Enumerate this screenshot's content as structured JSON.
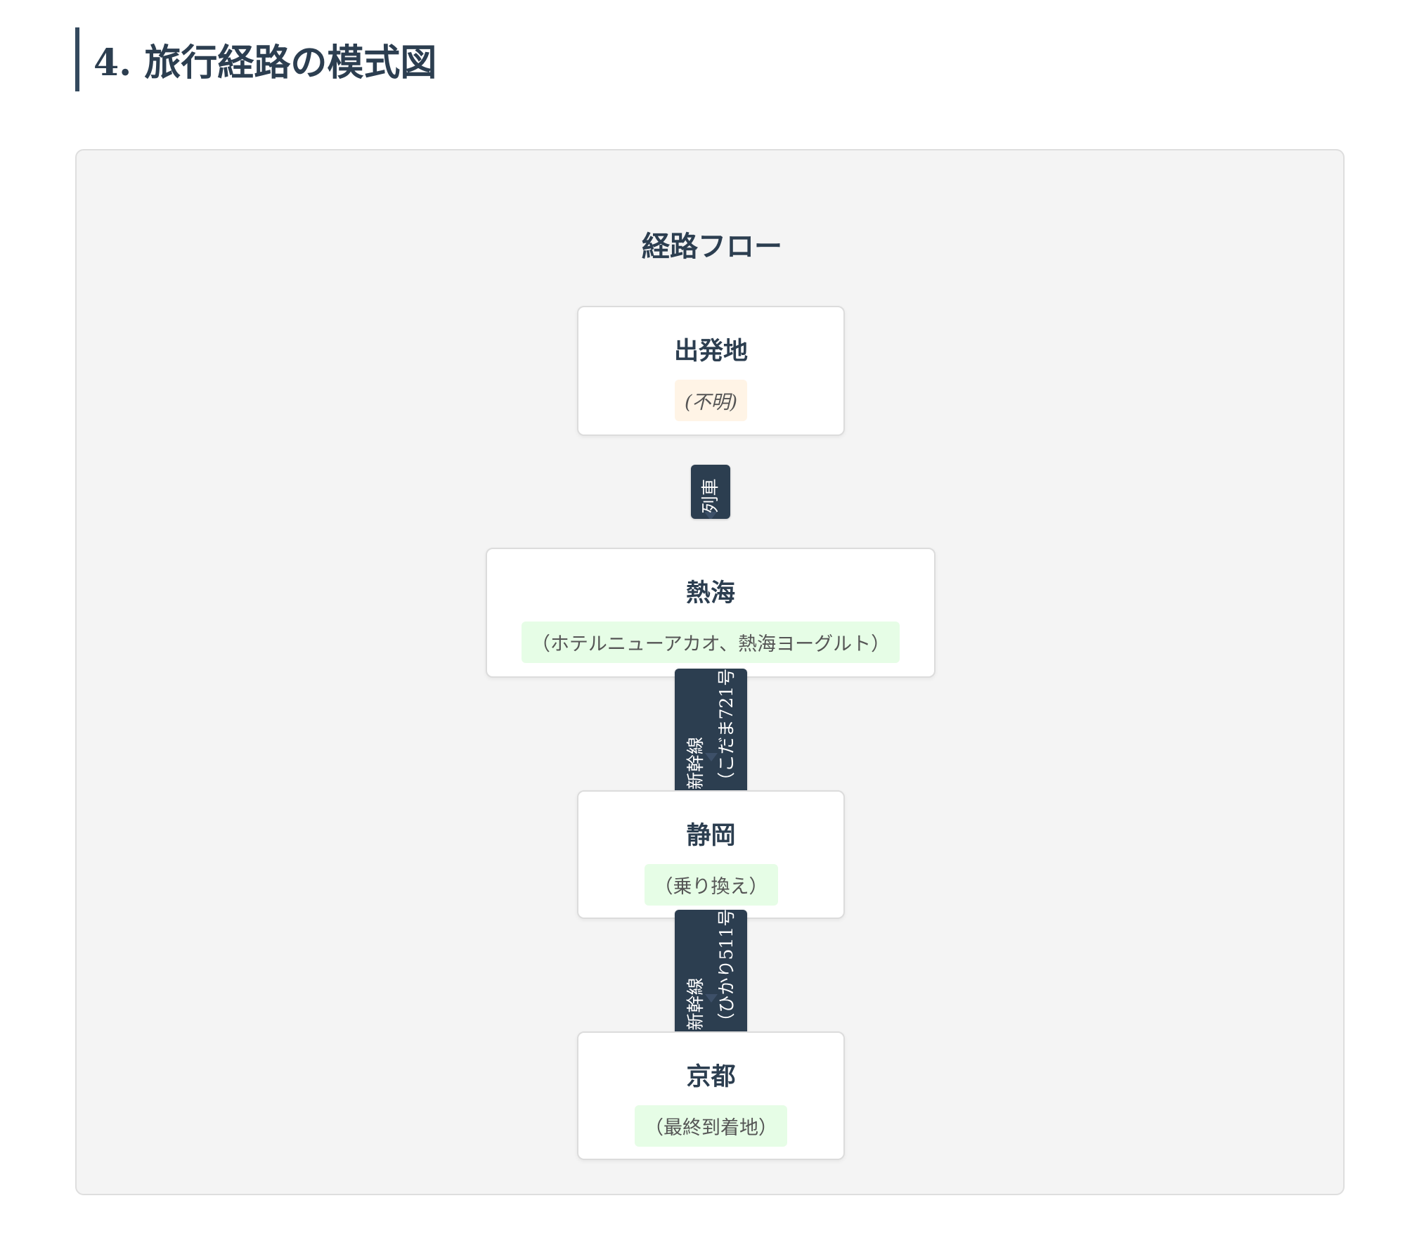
{
  "heading": "4. 旅行経路の模式図",
  "flow_title": "経路フロー",
  "colors": {
    "node_border": "#dcdcdc",
    "edge_label_bg": "#2c3e50",
    "sub_known_bg": "#e6fde6",
    "sub_unknown_bg": "#fff4e6"
  },
  "nodes": [
    {
      "name": "出発地",
      "sub": "(不明)"
    },
    {
      "name": "熱海",
      "sub": "（ホテルニューアカオ、熱海ヨーグルト）"
    },
    {
      "name": "静岡",
      "sub": "（乗り換え）"
    },
    {
      "name": "京都",
      "sub": "（最終到着地）"
    }
  ],
  "edges": [
    {
      "label": "列車"
    },
    {
      "label": "新幹線\n（こだま721号）"
    },
    {
      "label": "新幹線\n（ひかり511号）"
    }
  ]
}
